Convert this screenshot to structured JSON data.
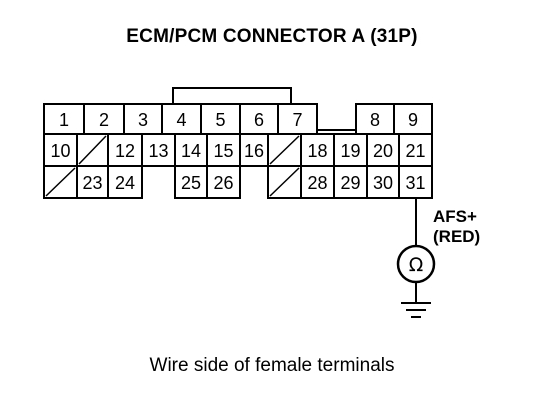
{
  "title": "ECM/PCM CONNECTOR A (31P)",
  "caption": "Wire side of female terminals",
  "probe": {
    "line1": "AFS+",
    "line2": "(RED)",
    "meter_symbol": "Ω"
  },
  "rows": [
    [
      "1",
      "2",
      "3",
      "4",
      "5",
      "6",
      "7",
      "",
      "8",
      "9"
    ],
    [
      "10",
      "/",
      "12",
      "13",
      "14",
      "15",
      "16",
      "/",
      "18",
      "19",
      "20",
      "21"
    ],
    [
      "/",
      "23",
      "24",
      "",
      "25",
      "26",
      "",
      "/",
      "28",
      "29",
      "30",
      "31"
    ]
  ],
  "colors": {
    "line": "#000000",
    "background": "#ffffff"
  },
  "icons": [
    "ohm-meter-icon",
    "ground-icon"
  ]
}
